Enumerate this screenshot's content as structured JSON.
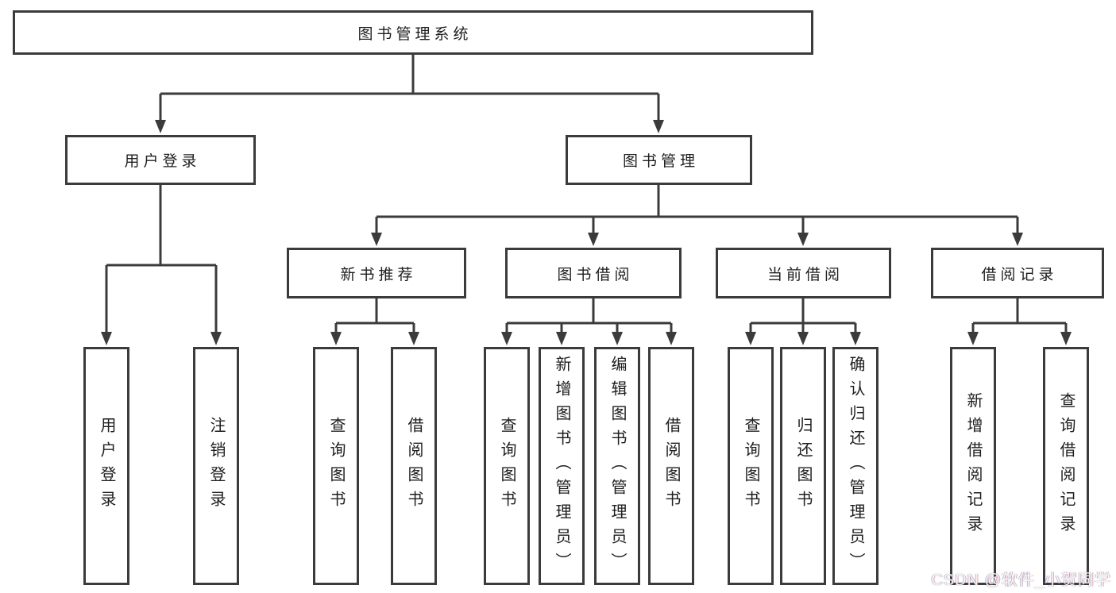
{
  "diagram": {
    "type": "functional-structure-tree",
    "tree": {
      "label": "图书管理系统",
      "children": [
        {
          "label": "用户登录",
          "children": [
            {
              "label": "用户登录"
            },
            {
              "label": "注销登录"
            }
          ]
        },
        {
          "label": "图书管理",
          "children": [
            {
              "label": "新书推荐",
              "children": [
                {
                  "label": "查询图书"
                },
                {
                  "label": "借阅图书"
                }
              ]
            },
            {
              "label": "图书借阅",
              "children": [
                {
                  "label": "查询图书"
                },
                {
                  "label": "新增图书（管理员）"
                },
                {
                  "label": "编辑图书（管理员）"
                },
                {
                  "label": "借阅图书"
                }
              ]
            },
            {
              "label": "当前借阅",
              "children": [
                {
                  "label": "查询图书"
                },
                {
                  "label": "归还图书"
                },
                {
                  "label": "确认归还（管理员）"
                }
              ]
            },
            {
              "label": "借阅记录",
              "children": [
                {
                  "label": "新增借阅记录"
                },
                {
                  "label": "查询借阅记录"
                }
              ]
            }
          ]
        }
      ]
    },
    "colors": {
      "line": "#3b3b3b",
      "text": "#1e1e1e",
      "background": "#ffffff",
      "watermark": "#f8f8f8"
    }
  },
  "watermark": {
    "text": "CSDN @软件_小贺同学"
  }
}
